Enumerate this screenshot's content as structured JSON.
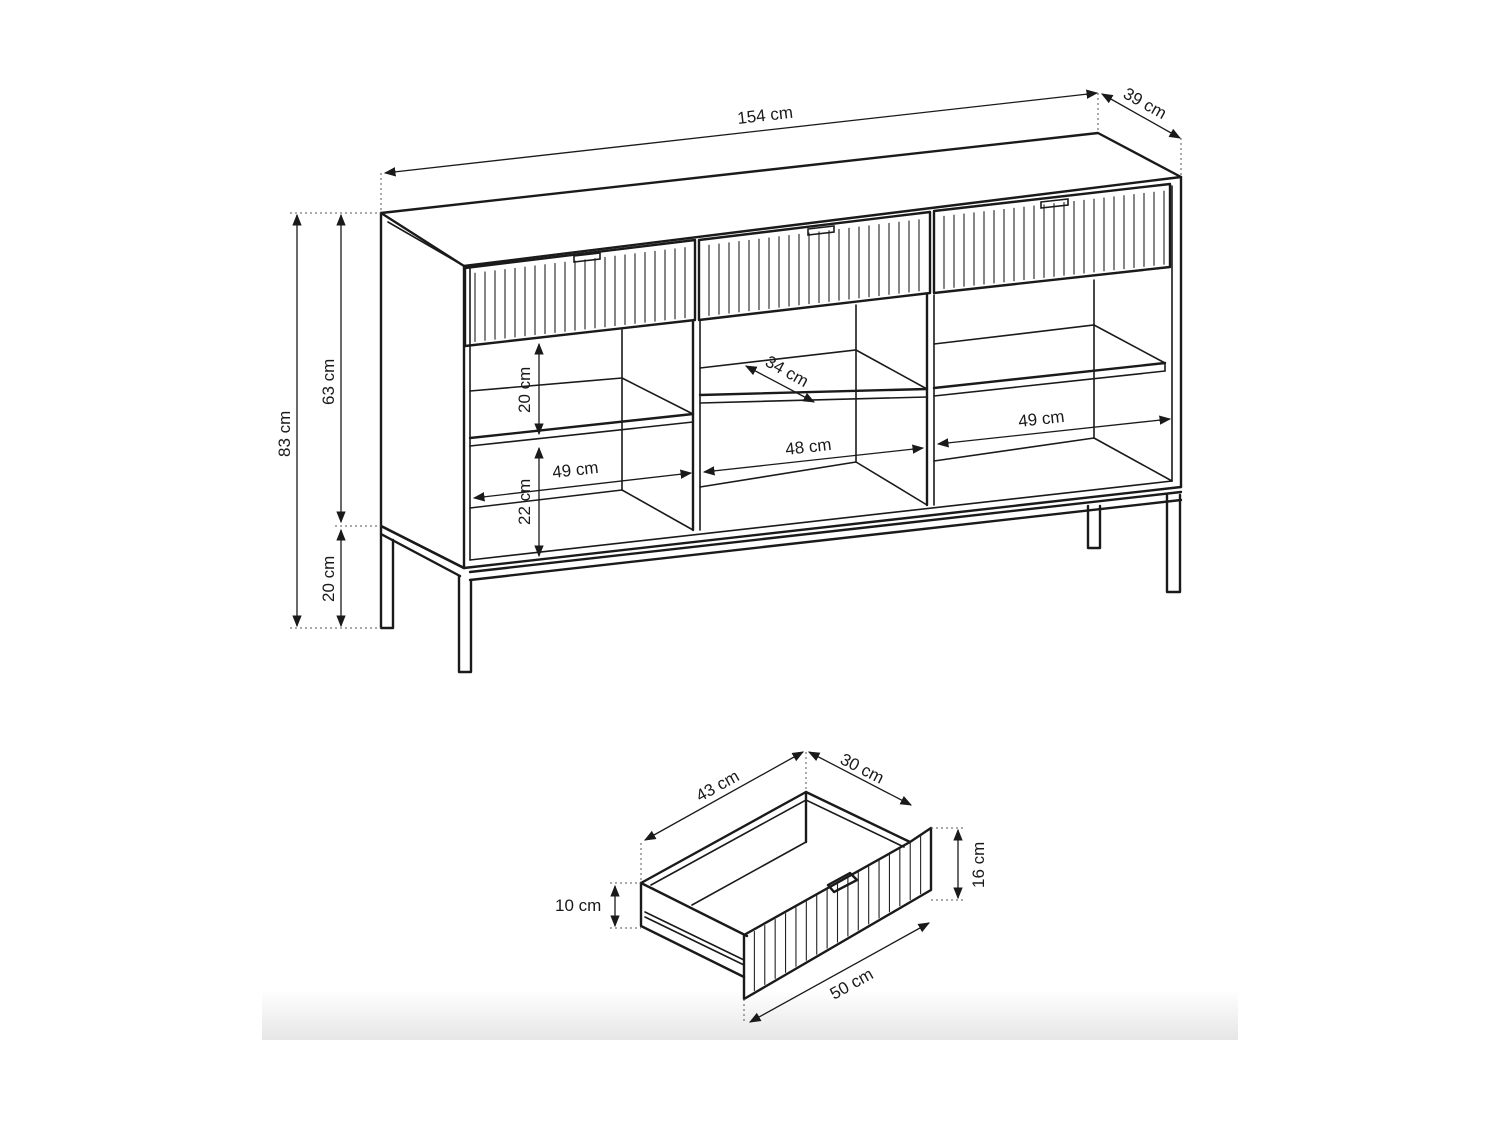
{
  "colors": {
    "ink": "#1a1a1a",
    "background": "#ffffff",
    "footer_shade": "#ececec"
  },
  "sideboard": {
    "dimensions": {
      "width": "154 cm",
      "depth": "39 cm",
      "total_height": "83 cm",
      "body_height": "63 cm",
      "leg_height": "20 cm",
      "shelf_gap_upper": "20 cm",
      "shelf_gap_lower": "22 cm",
      "shelf_depth": "34 cm",
      "compartment_left": "49 cm",
      "compartment_middle": "48 cm",
      "compartment_right": "49 cm"
    }
  },
  "drawer": {
    "dimensions": {
      "inner_length": "43 cm",
      "inner_width": "30 cm",
      "side_height": "10 cm",
      "front_height": "16 cm",
      "front_width": "50 cm"
    }
  }
}
